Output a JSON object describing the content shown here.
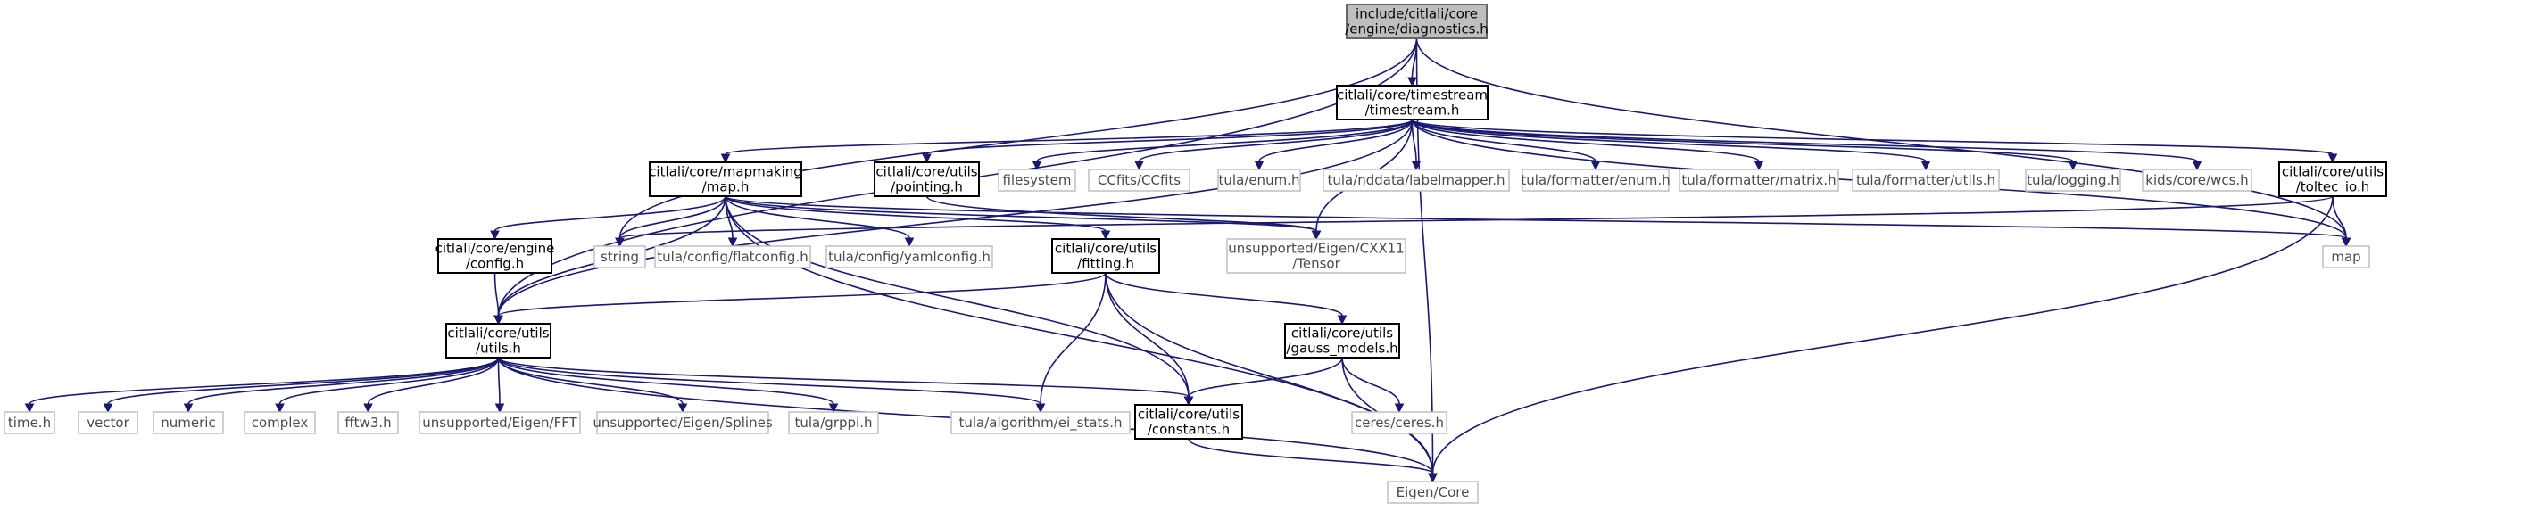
{
  "graph": {
    "nodes": [
      {
        "id": "diagnostics",
        "lines": [
          "include/citlali/core",
          "/engine/diagnostics.h"
        ],
        "kind": "root"
      },
      {
        "id": "timestream",
        "lines": [
          "citlali/core/timestream",
          "/timestream.h"
        ],
        "kind": "documented"
      },
      {
        "id": "map",
        "lines": [
          "citlali/core/mapmaking",
          "/map.h"
        ],
        "kind": "documented"
      },
      {
        "id": "pointing",
        "lines": [
          "citlali/core/utils",
          "/pointing.h"
        ],
        "kind": "documented"
      },
      {
        "id": "filesystem",
        "lines": [
          "filesystem"
        ],
        "kind": "external"
      },
      {
        "id": "ccfits",
        "lines": [
          "CCfits/CCfits"
        ],
        "kind": "external"
      },
      {
        "id": "tulaenum",
        "lines": [
          "tula/enum.h"
        ],
        "kind": "external"
      },
      {
        "id": "labelmapper",
        "lines": [
          "tula/nddata/labelmapper.h"
        ],
        "kind": "external"
      },
      {
        "id": "fmtenum",
        "lines": [
          "tula/formatter/enum.h"
        ],
        "kind": "external"
      },
      {
        "id": "fmtmatrix",
        "lines": [
          "tula/formatter/matrix.h"
        ],
        "kind": "external"
      },
      {
        "id": "fmtutils",
        "lines": [
          "tula/formatter/utils.h"
        ],
        "kind": "external"
      },
      {
        "id": "logging",
        "lines": [
          "tula/logging.h"
        ],
        "kind": "external"
      },
      {
        "id": "wcs",
        "lines": [
          "kids/core/wcs.h"
        ],
        "kind": "external"
      },
      {
        "id": "toltec",
        "lines": [
          "citlali/core/utils",
          "/toltec_io.h"
        ],
        "kind": "documented"
      },
      {
        "id": "config",
        "lines": [
          "citlali/core/engine",
          "/config.h"
        ],
        "kind": "documented"
      },
      {
        "id": "string",
        "lines": [
          "string"
        ],
        "kind": "external"
      },
      {
        "id": "flatconfig",
        "lines": [
          "tula/config/flatconfig.h"
        ],
        "kind": "external"
      },
      {
        "id": "yamlconfig",
        "lines": [
          "tula/config/yamlconfig.h"
        ],
        "kind": "external"
      },
      {
        "id": "fitting",
        "lines": [
          "citlali/core/utils",
          "/fitting.h"
        ],
        "kind": "documented"
      },
      {
        "id": "tensor",
        "lines": [
          "unsupported/Eigen/CXX11",
          "/Tensor"
        ],
        "kind": "external"
      },
      {
        "id": "mapstd",
        "lines": [
          "map"
        ],
        "kind": "external"
      },
      {
        "id": "utils",
        "lines": [
          "citlali/core/utils",
          "/utils.h"
        ],
        "kind": "documented"
      },
      {
        "id": "gauss",
        "lines": [
          "citlali/core/utils",
          "/gauss_models.h"
        ],
        "kind": "documented"
      },
      {
        "id": "timeh",
        "lines": [
          "time.h"
        ],
        "kind": "external"
      },
      {
        "id": "vector",
        "lines": [
          "vector"
        ],
        "kind": "external"
      },
      {
        "id": "numeric",
        "lines": [
          "numeric"
        ],
        "kind": "external"
      },
      {
        "id": "complex",
        "lines": [
          "complex"
        ],
        "kind": "external"
      },
      {
        "id": "fftw3",
        "lines": [
          "fftw3.h"
        ],
        "kind": "external"
      },
      {
        "id": "fft",
        "lines": [
          "unsupported/Eigen/FFT"
        ],
        "kind": "external"
      },
      {
        "id": "splines",
        "lines": [
          "unsupported/Eigen/Splines"
        ],
        "kind": "external"
      },
      {
        "id": "grppi",
        "lines": [
          "tula/grppi.h"
        ],
        "kind": "external"
      },
      {
        "id": "eistats",
        "lines": [
          "tula/algorithm/ei_stats.h"
        ],
        "kind": "external"
      },
      {
        "id": "constants",
        "lines": [
          "citlali/core/utils",
          "/constants.h"
        ],
        "kind": "documented"
      },
      {
        "id": "ceres",
        "lines": [
          "ceres/ceres.h"
        ],
        "kind": "external"
      },
      {
        "id": "eigencore",
        "lines": [
          "Eigen/Core"
        ],
        "kind": "external"
      }
    ],
    "edges": [
      [
        "diagnostics",
        "timestream"
      ],
      [
        "diagnostics",
        "utils"
      ],
      [
        "diagnostics",
        "string"
      ],
      [
        "diagnostics",
        "mapstd"
      ],
      [
        "diagnostics",
        "eigencore"
      ],
      [
        "timestream",
        "map"
      ],
      [
        "timestream",
        "pointing"
      ],
      [
        "timestream",
        "filesystem"
      ],
      [
        "timestream",
        "ccfits"
      ],
      [
        "timestream",
        "tulaenum"
      ],
      [
        "timestream",
        "labelmapper"
      ],
      [
        "timestream",
        "fmtenum"
      ],
      [
        "timestream",
        "fmtmatrix"
      ],
      [
        "timestream",
        "fmtutils"
      ],
      [
        "timestream",
        "logging"
      ],
      [
        "timestream",
        "wcs"
      ],
      [
        "timestream",
        "toltec"
      ],
      [
        "timestream",
        "mapstd"
      ],
      [
        "timestream",
        "utils"
      ],
      [
        "timestream",
        "tensor"
      ],
      [
        "map",
        "config"
      ],
      [
        "map",
        "string"
      ],
      [
        "map",
        "flatconfig"
      ],
      [
        "map",
        "yamlconfig"
      ],
      [
        "map",
        "fitting"
      ],
      [
        "map",
        "tensor"
      ],
      [
        "map",
        "mapstd"
      ],
      [
        "map",
        "utils"
      ],
      [
        "map",
        "constants"
      ],
      [
        "map",
        "eigencore"
      ],
      [
        "pointing",
        "tensor"
      ],
      [
        "toltec",
        "string"
      ],
      [
        "toltec",
        "mapstd"
      ],
      [
        "toltec",
        "eigencore"
      ],
      [
        "config",
        "utils"
      ],
      [
        "fitting",
        "utils"
      ],
      [
        "fitting",
        "gauss"
      ],
      [
        "fitting",
        "constants"
      ],
      [
        "fitting",
        "eistats"
      ],
      [
        "fitting",
        "eigencore"
      ],
      [
        "utils",
        "timeh"
      ],
      [
        "utils",
        "vector"
      ],
      [
        "utils",
        "numeric"
      ],
      [
        "utils",
        "complex"
      ],
      [
        "utils",
        "fftw3"
      ],
      [
        "utils",
        "fft"
      ],
      [
        "utils",
        "splines"
      ],
      [
        "utils",
        "grppi"
      ],
      [
        "utils",
        "eistats"
      ],
      [
        "utils",
        "constants"
      ],
      [
        "utils",
        "eigencore"
      ],
      [
        "gauss",
        "constants"
      ],
      [
        "gauss",
        "ceres"
      ],
      [
        "gauss",
        "eigencore"
      ],
      [
        "constants",
        "eigencore"
      ]
    ]
  },
  "colors": {
    "edge": "#191970",
    "root_fill": "#bfbfbf",
    "documented_border": "#000000",
    "external_border": "#bfbfbf"
  }
}
